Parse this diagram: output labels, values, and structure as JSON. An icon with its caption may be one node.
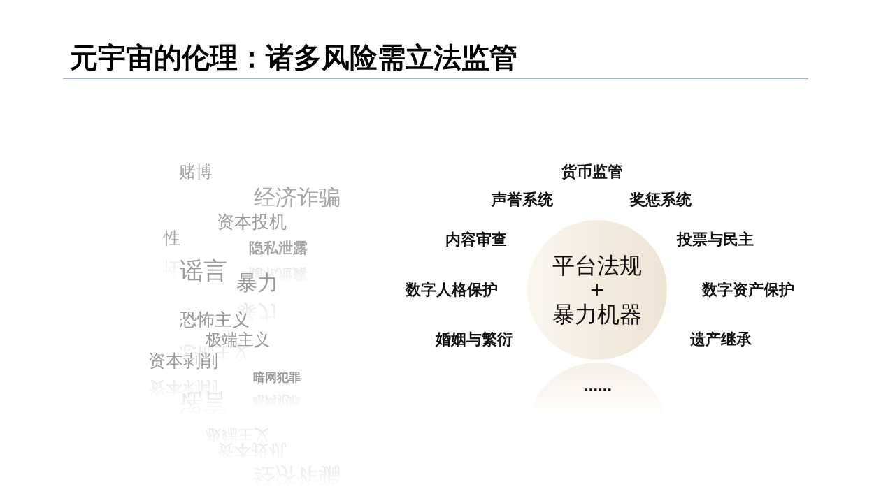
{
  "diagram": {
    "title": "元宇宙的伦理：诸多风险需立法监管",
    "nodes": [
      {
        "text": [
          "平台法规",
          "+",
          "暴力机器"
        ]
      }
    ],
    "labels": [
      "赌博",
      "经济诈骗",
      "资本投机",
      "性",
      "隐私泄露",
      "谣言",
      "暴力",
      "恐怖主义",
      "极端主义",
      "资本剥削",
      "暗网犯罪",
      "货币监管",
      "声誉系统",
      "奖惩系统",
      "内容审查",
      "投票与民主",
      "数字人格保护",
      "数字资产保护",
      "婚姻与繁衍",
      "遗产继承",
      "……"
    ]
  }
}
